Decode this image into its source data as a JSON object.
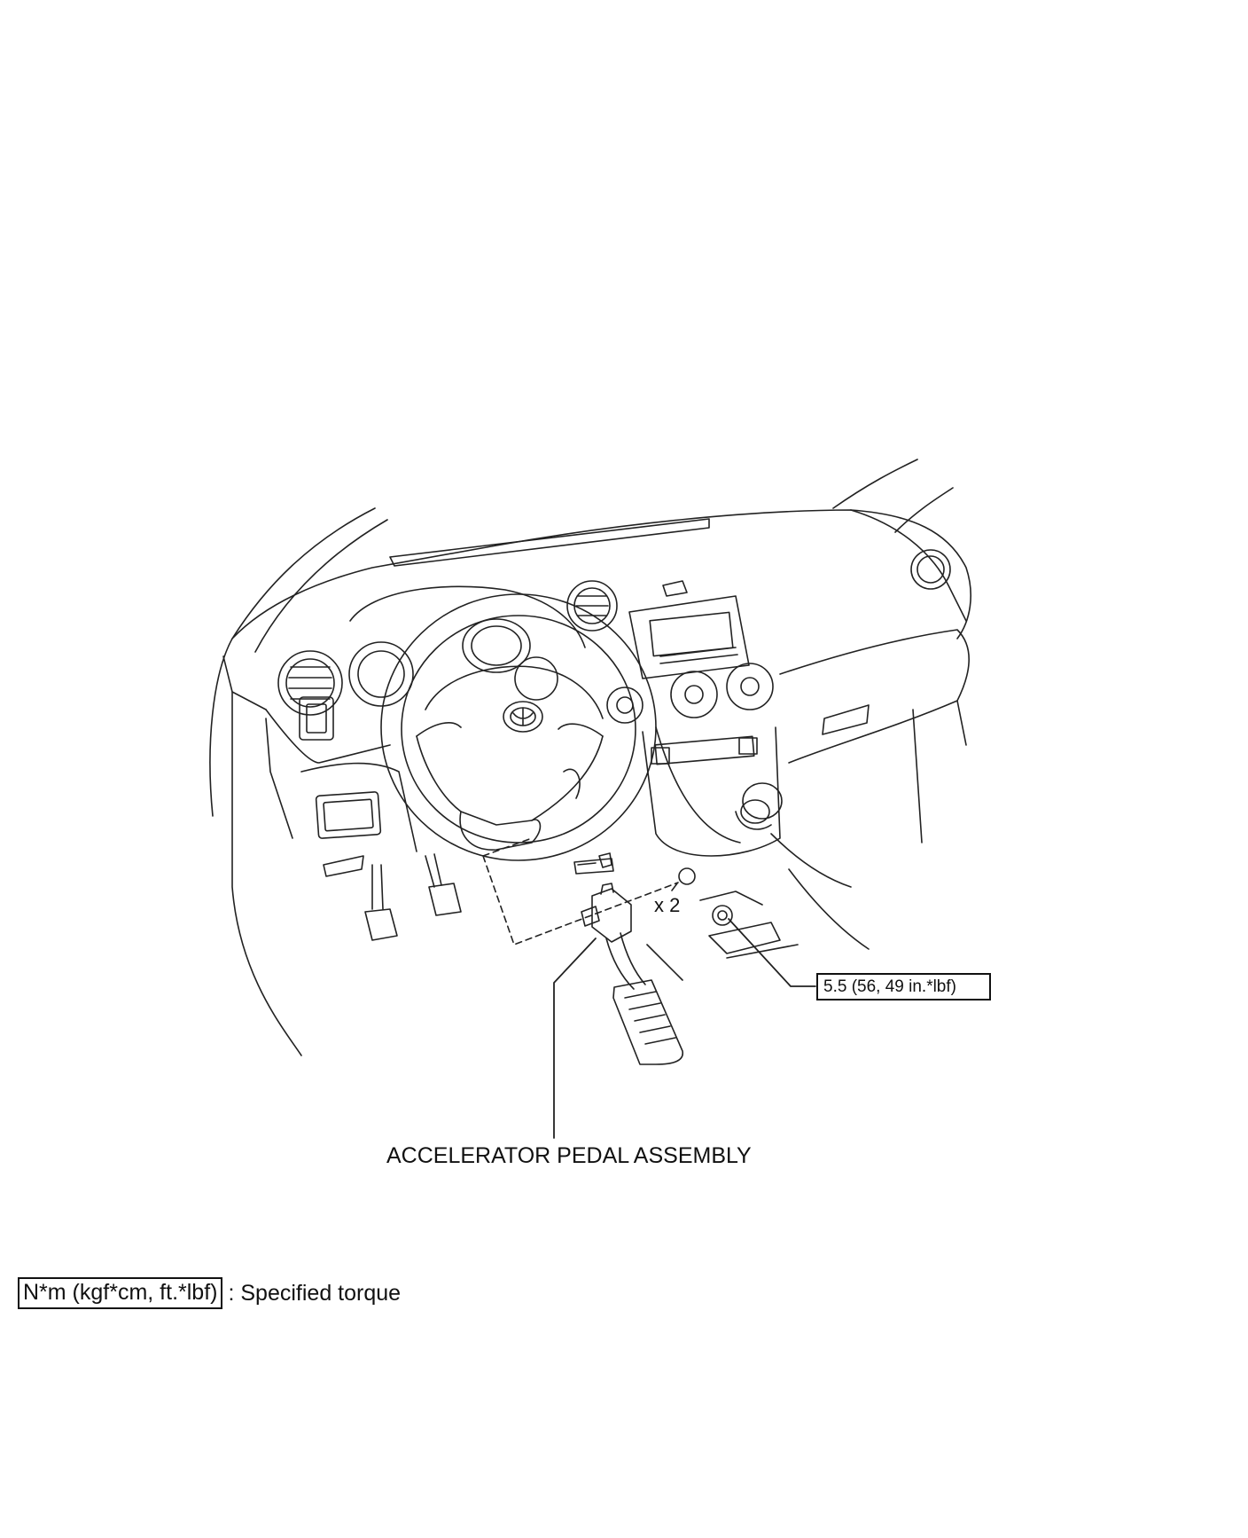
{
  "labels": {
    "torque_value": "5.5 (56, 49 in.*lbf)",
    "quantity": "x 2",
    "part_name": "ACCELERATOR PEDAL ASSEMBLY"
  },
  "legend": {
    "unit_box": "N*m (kgf*cm, ft.*lbf)",
    "description": ": Specified torque"
  }
}
